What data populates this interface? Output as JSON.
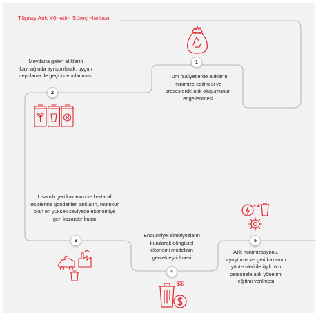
{
  "title": "Tüpraş Atık Yönetim Süreç Haritası",
  "accent_color": "#e1262e",
  "line_color": "#b8b8b8",
  "steps": [
    {
      "number": "1",
      "text": "Tüm faaliyetlerde atıkların minimize edilmesi ve proseslerde atık oluşumunun engellenmesi",
      "icon": "waste-bag-recycle-icon"
    },
    {
      "number": "2",
      "text": "Meydana gelen atıkların kaynağında ayrıştırılarak, uygun depolama ile geçici depolanması",
      "icon": "sorting-bins-icon"
    },
    {
      "number": "3",
      "text": "Lisanslı geri kazanım ve bertaraf tesislerine gönderilen atıkların, mümkün olan en yüksek seviyede ekonomiye geri kazandırılması",
      "icon": "truck-factory-bin-icon"
    },
    {
      "number": "4",
      "text": "Endüstriyel simbiyozların kurularak döngüsel ekonomi modelinin gerçekleştirilmesi",
      "icon": "bin-money-icon"
    },
    {
      "number": "5",
      "text": "Atık minimizasyonu, ayrıştırma ve geri kazanım yöntemleri ile ilgili tüm personele atık yönetimi eğitimi verilmesi",
      "icon": "energy-recycle-cycle-icon"
    }
  ]
}
